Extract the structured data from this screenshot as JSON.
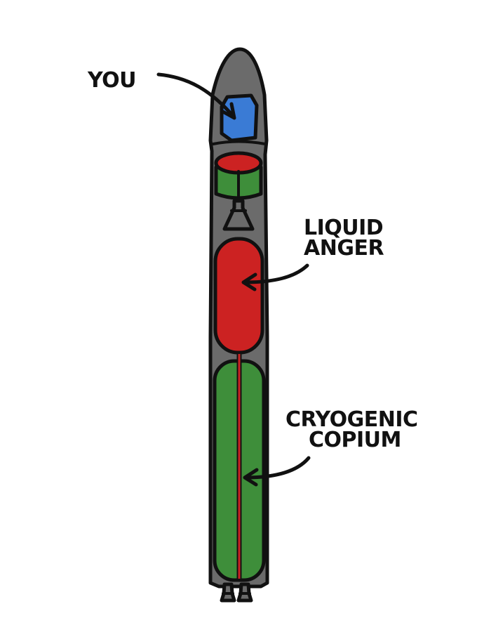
{
  "labels": {
    "you": "YOU",
    "liquid_anger_line1": "LIQUID",
    "liquid_anger_line2": "ANGER",
    "cryogenic_copium_line1": "CRYOGENIC",
    "cryogenic_copium_line2": "COPIUM"
  },
  "colors": {
    "rocket_body": "#6b6b6b",
    "cockpit": "#3a7bd5",
    "anger_tank": "#cc2222",
    "copium_tank": "#3e8e3a",
    "outline": "#111111",
    "background": "#ffffff"
  }
}
